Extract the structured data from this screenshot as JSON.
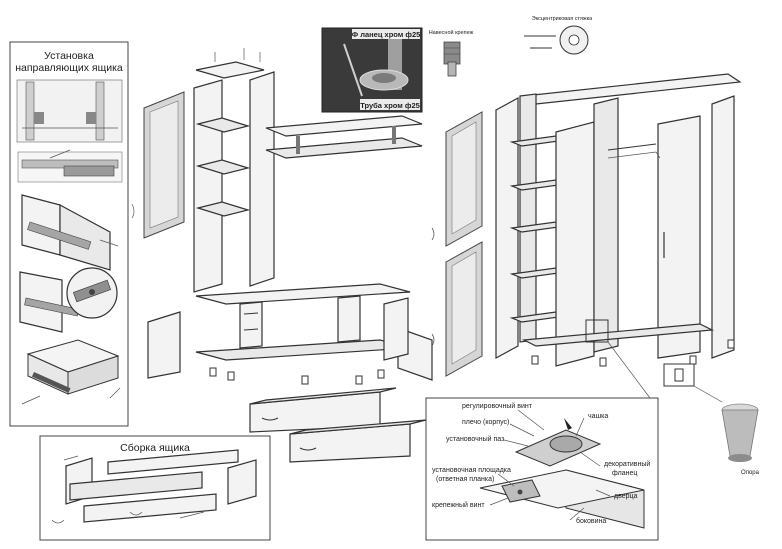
{
  "labels": {
    "guides_title_line1": "Установка",
    "guides_title_line2": "направляющих ящика",
    "drawer_assembly_title": "Сборка ящика",
    "flange_label": "Ф ланец хром ф25",
    "tube_label": "Труба хром ф25",
    "small_part_label": "Навесной крепеж",
    "hinge_top_label": "Эксцентриковая стяжка",
    "hinge": {
      "adjust_screw": "регулировочный винт",
      "arm": "плечо (корпус)",
      "mount_slot": "установочный паз",
      "mount_plate": "установочная площадка",
      "mount_plate2": "(ответная планка)",
      "fix_screw": "крепежный винт",
      "cup": "чашка",
      "deco_flange": "декоративный",
      "deco_flange2": "фланец",
      "door": "дверца",
      "side": "боковина"
    },
    "support_label": "Опора"
  }
}
